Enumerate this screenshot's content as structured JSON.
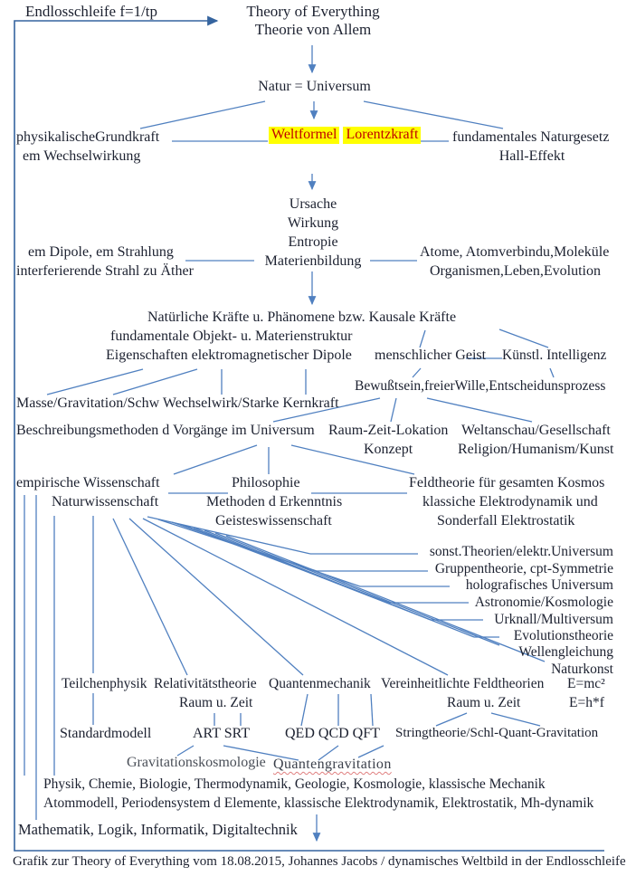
{
  "colors": {
    "line": "#5080c0",
    "frame": "#35649f",
    "text": "#1c2130",
    "highlight_bg": "#ffff00",
    "highlight_text": "#c00000",
    "squiggle": "#e08080"
  },
  "header": {
    "loop_label": "Endlosschleife  f=1/tp",
    "title_en": "Theory of Everything",
    "title_de": "Theorie von Allem"
  },
  "nodes": {
    "natur": "Natur = Universum",
    "grundkraft1": "physikalischeGrundkraft",
    "grundkraft2": "em Wechselwirkung",
    "weltformel1": "Weltformel",
    "weltformel2": "Lorentzkraft",
    "naturgesetz1": "fundamentales Naturgesetz",
    "naturgesetz2": "Hall-Effekt",
    "ursache": "Ursache",
    "wirkung": "Wirkung",
    "entropie": "Entropie",
    "materienbildung": "Materienbildung",
    "dipole1": "em Dipole, em Strahlung",
    "dipole2": "interferierende Strahl zu Äther",
    "atome1": "Atome, Atomverbindu,Moleküle",
    "atome2": "Organismen,Leben,Evolution",
    "kraefte": "Natürliche Kräfte u. Phänomene bzw. Kausale Kräfte",
    "objekt": "fundamentale Objekt- u. Materienstruktur",
    "eigenschaften": "Eigenschaften elektromagnetischer Dipole",
    "geist": "menschlicher Geist",
    "ki": "Künstl. Intelligenz",
    "bewusstsein": "Bewußtsein,freierWille,Entscheidunsprozess",
    "masse": "Masse/Gravitation/Schw Wechselwirk/Starke Kernkraft",
    "beschreibung": "Beschreibungsmethoden d Vorgänge im Universum",
    "raumzeitlokation": "Raum-Zeit-Lokation",
    "weltanschau": "Weltanschau/Gesellschaft",
    "konzept": "Konzept",
    "religion": "Religion/Humanism/Kunst",
    "empirisch": "empirische Wissenschaft",
    "philosophie": "Philosophie",
    "feldtheorie1": "Feldtheorie für gesamten Kosmos",
    "naturwissenschaft": "Naturwissenschaft",
    "methoden": "Methoden d Erkenntnis",
    "feldtheorie2": "klassiche Elektrodynamik und",
    "geisteswissenschaft": "Geisteswissenschaft",
    "feldtheorie3": "Sonderfall  Elektrostatik",
    "teilchenphysik": "Teilchenphysik",
    "relativitaet": "Relativitätstheorie",
    "raumzeit_links": "Raum u. Zeit",
    "quantenmechanik": "Quantenmechanik",
    "vereinheitlicht": "Vereinheitlichte Feldtheorien",
    "raumzeit_rechts": "Raum u. Zeit",
    "emc2": "E=mc²",
    "ehf": "E=h*f",
    "standardmodell": "Standardmodell",
    "artsrt": "ART SRT",
    "qedqcdqft": "QED QCD QFT",
    "stringtheorie": "Stringtheorie/Schl-Quant-Gravitation",
    "gravkosmo": "Gravitationskosmologie",
    "quantengrav": "Quantengravitation",
    "physik1": "Physik, Chemie, Biologie, Thermodynamik, Geologie, Kosmologie, klassische Mechanik",
    "physik2": "Atommodell, Periodensystem d Elemente, klassische Elektrodynamik, Elektrostatik, Mh-dynamik",
    "mathematik": "Mathematik, Logik, Informatik, Digitaltechnik"
  },
  "right_list": [
    "sonst.Theorien/elektr.Universum",
    "Gruppentheorie, cpt-Symmetrie",
    "holografisches Universum",
    "Astronomie/Kosmologie",
    "Urknall/Multiversum",
    "Evolutionstheorie",
    "Wellengleichung",
    "Naturkonst"
  ],
  "footer": {
    "caption": "Grafik zur Theory of Everything vom 18.08.2015, Johannes Jacobs / dynamisches Weltbild in der Endlosschleife"
  }
}
